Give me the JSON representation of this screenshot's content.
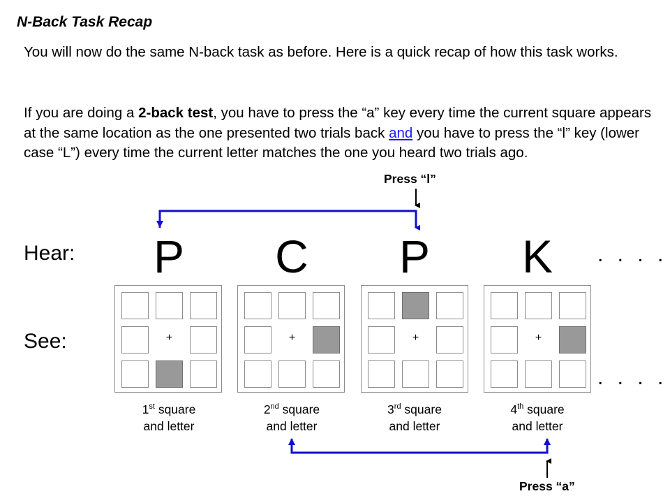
{
  "slide": {
    "title": "N-Back Task Recap",
    "paragraph1": "You will now do the same N-back task as before. Here is a quick recap of how this task works.",
    "paragraph2": {
      "intro": "If you are doing a ",
      "bold": "2-back test",
      "mid": ", you have to press the “a” key every time the current square appears at the same location as the one presented two trials back ",
      "link": "and",
      "end": " you have to press the “l” key (lower case “L”) every time the current letter matches the one you heard two trials ago."
    }
  },
  "diagram": {
    "press_l": "Press “l”",
    "press_a": "Press “a”",
    "hear_label": "Hear:",
    "see_label": "See:",
    "ellipsis_top": ". . . .",
    "ellipsis_bottom": ". . . .",
    "fixation": "+",
    "arrow_color": "#1010cc",
    "highlight_color": "#999999",
    "trials": [
      {
        "letter": "P",
        "ordinal": "1",
        "suffix": "st",
        "caption1": " square",
        "caption2": "and letter",
        "highlight_cell": 7
      },
      {
        "letter": "C",
        "ordinal": "2",
        "suffix": "nd",
        "caption1": " square",
        "caption2": "and letter",
        "highlight_cell": 5
      },
      {
        "letter": "P",
        "ordinal": "3",
        "suffix": "rd",
        "caption1": " square",
        "caption2": "and letter",
        "highlight_cell": 1
      },
      {
        "letter": "K",
        "ordinal": "4",
        "suffix": "th",
        "caption1": " square",
        "caption2": "and letter",
        "highlight_cell": 5
      }
    ]
  }
}
